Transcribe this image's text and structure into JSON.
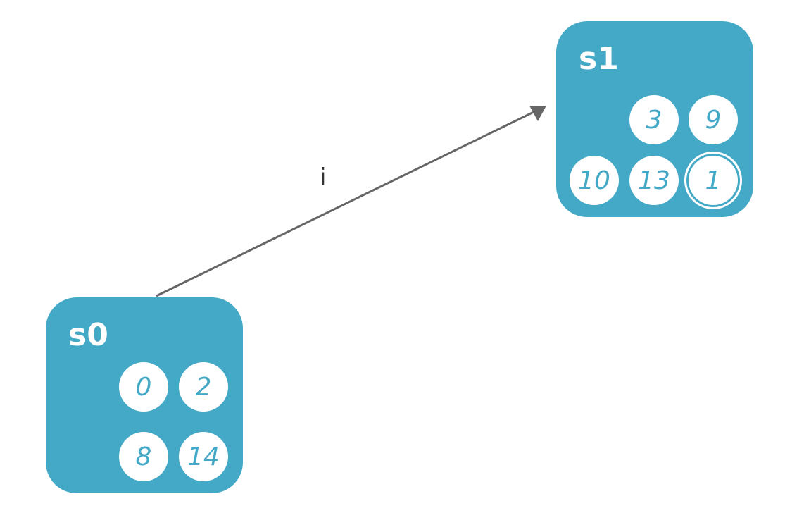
{
  "states": [
    {
      "name": "s0",
      "items": [
        "0",
        "2",
        "8",
        "14"
      ],
      "final": []
    },
    {
      "name": "s1",
      "items": [
        "3",
        "9",
        "10",
        "13",
        "1"
      ],
      "final": [
        "1"
      ]
    }
  ],
  "edges": [
    {
      "from": "s0",
      "to": "s1",
      "label": "i"
    }
  ],
  "colors": {
    "state": "#44a9c7",
    "edge": "#666666"
  }
}
